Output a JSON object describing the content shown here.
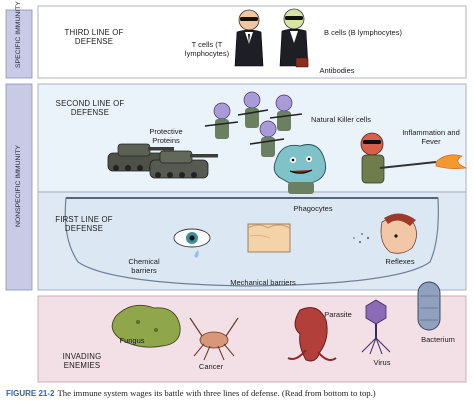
{
  "sidebar": {
    "specific": "SPECIFIC IMMUNITY",
    "nonspecific": "NONSPECIFIC IMMUNITY"
  },
  "third_line": {
    "title": "THIRD LINE OF DEFENSE",
    "t_cells": "T cells (T lymphocytes)",
    "b_cells": "B cells (B lymphocytes)",
    "antibodies": "Antibodies"
  },
  "second_line": {
    "title": "SECOND LINE OF DEFENSE",
    "protective_proteins": "Protective Proteins",
    "natural_killer": "Natural Killer cells",
    "inflammation": "Inflammation and Fever",
    "phagocytes": "Phagocytes"
  },
  "first_line": {
    "title": "FIRST LINE OF DEFENSE",
    "chemical": "Chemical barriers",
    "mechanical": "Mechanical barriers",
    "reflexes": "Reflexes"
  },
  "enemies": {
    "title": "INVADING ENEMIES",
    "fungus": "Fungus",
    "cancer": "Cancer",
    "parasite": "Parasite",
    "virus": "Virus",
    "bacterium": "Bacterium"
  },
  "caption": {
    "figure": "FIGURE 21-2",
    "text": "The immune system wages its battle with three lines of defense. (Read from bottom to top.)"
  },
  "colors": {
    "sidebar_bg": "#c9cbe6",
    "third_bg": "#ffffff",
    "second_bg": "#eaf3fa",
    "first_bg": "#dfe9f3",
    "enemies_bg": "#f3dfe6",
    "figure_blue": "#2f66a8"
  }
}
